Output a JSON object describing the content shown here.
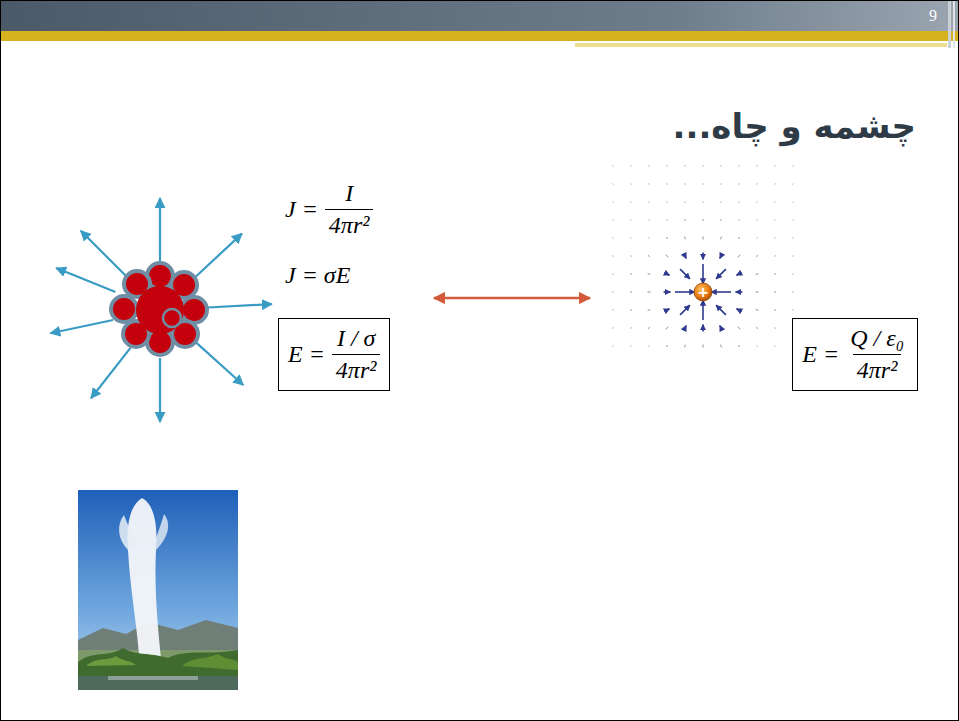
{
  "diagram": {
    "title": "چشمه و چاه...",
    "nodes": [
      {
        "text": [
          "E =",
          "I / σ",
          "4πr²"
        ]
      },
      {
        "text": [
          "+"
        ]
      },
      {
        "text": [
          "E =",
          "Q / ε₀",
          "4πr²"
        ]
      }
    ],
    "labels": [
      "9",
      "J =",
      "I",
      "4πr²",
      "J = σE"
    ]
  }
}
